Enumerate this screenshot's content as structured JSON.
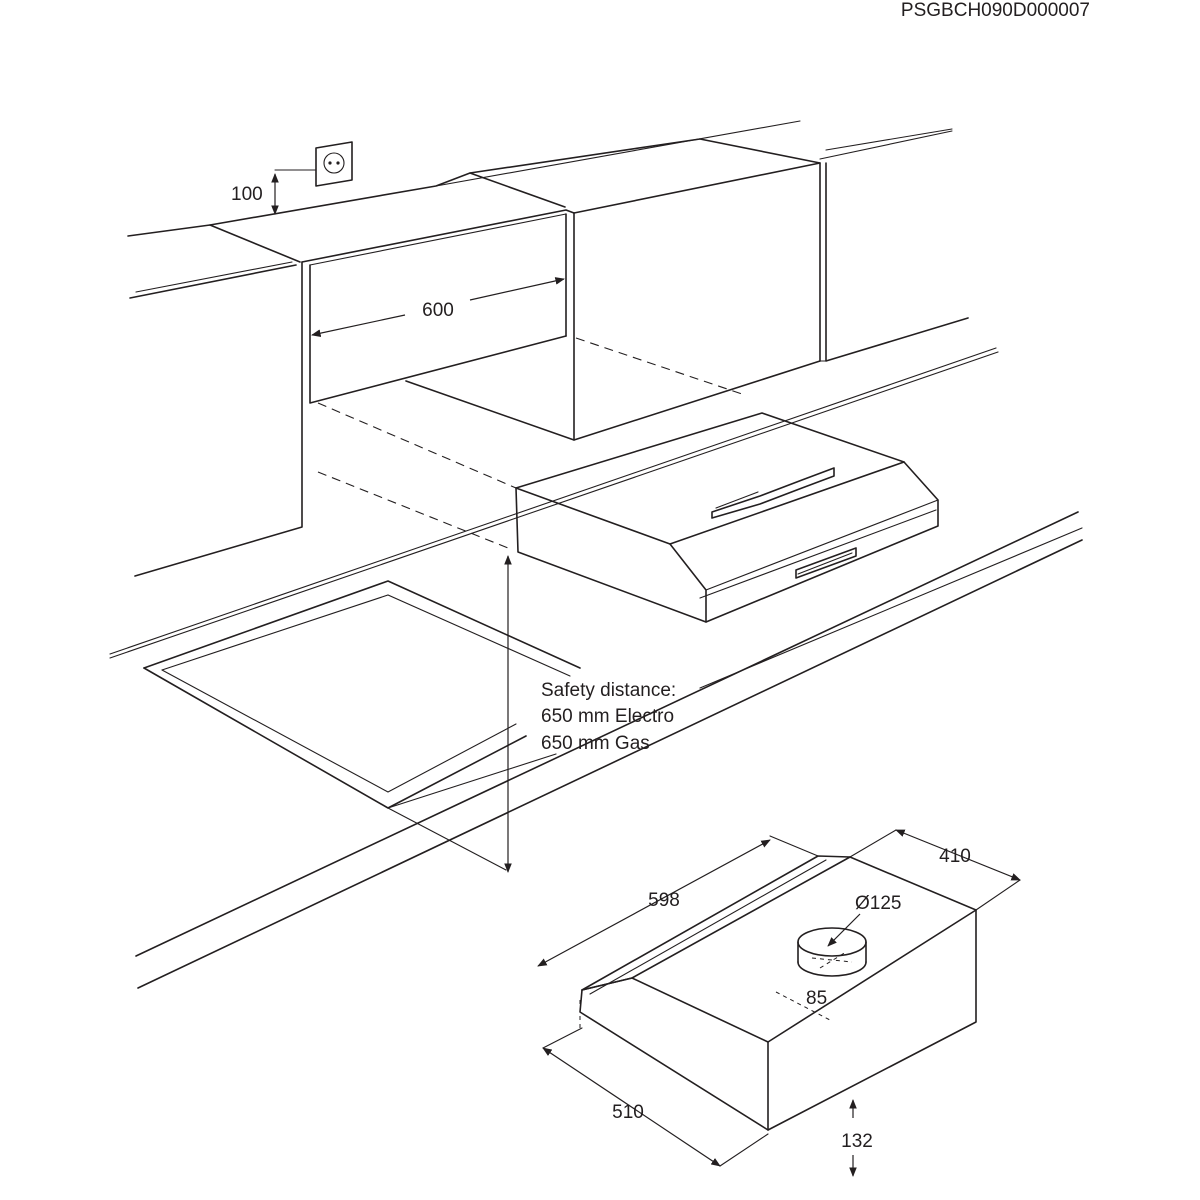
{
  "document_code": "PSGBCH090D000007",
  "dimensions": {
    "socket_height": "100",
    "cabinet_width": "600",
    "hood_width": "598",
    "hood_depth": "410",
    "duct_diameter": "Ø125",
    "duct_offset": "85",
    "front_depth": "510",
    "hood_height": "132"
  },
  "safety": {
    "line1": "Safety distance:",
    "line2": "650 mm Electro",
    "line3": "650 mm Gas"
  }
}
